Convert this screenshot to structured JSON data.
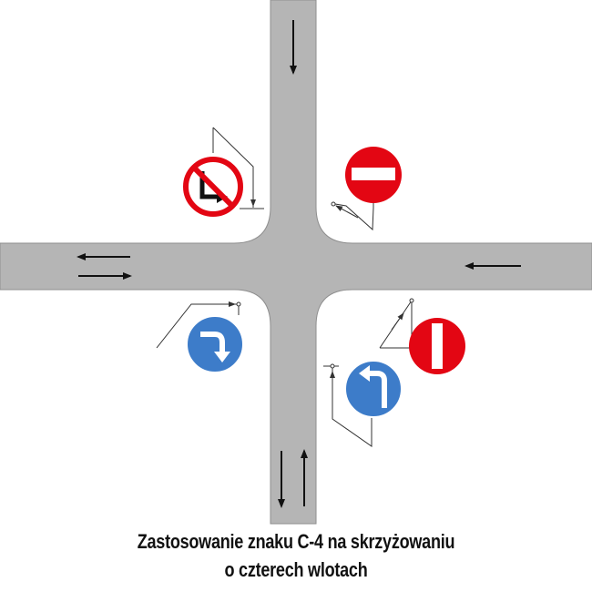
{
  "caption": {
    "line1": "Zastosowanie znaku C-4 na skrzyżowaniu",
    "line2": "o czterech wlotach"
  },
  "colors": {
    "road": "#b3b3b3",
    "road_edge": "#8c8c8c",
    "arrow": "#111111",
    "sign_red": "#e30613",
    "sign_blue": "#3d7cc9",
    "sign_white": "#ffffff",
    "leader_line": "#333333"
  },
  "signs": [
    {
      "name": "no-right-turn-sign",
      "symbol": "prohibition-turn-right"
    },
    {
      "name": "no-entry-sign",
      "symbol": "no-entry"
    },
    {
      "name": "turn-right-mandatory-sign",
      "symbol": "mandatory-right-turn"
    },
    {
      "name": "no-entry-variant-sign",
      "symbol": "no-entry-vertical"
    },
    {
      "name": "turn-left-mandatory-sign",
      "symbol": "mandatory-left-turn"
    }
  ],
  "lane_arrows": [
    "arrow-down",
    "arrow-left",
    "arrow-right",
    "arrow-left",
    "arrow-down",
    "arrow-up"
  ]
}
